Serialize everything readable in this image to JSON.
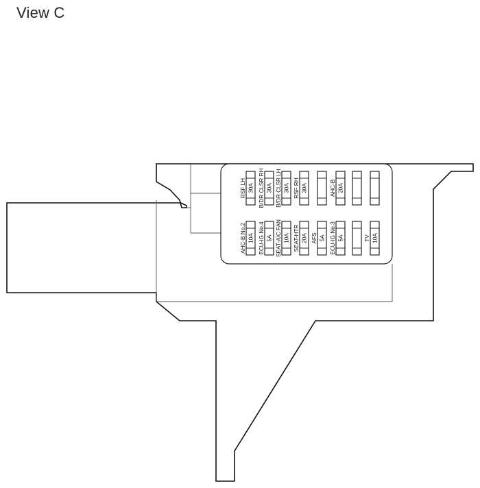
{
  "title": "View C",
  "fuses": [
    {
      "id": "f1",
      "name": "RSF LH",
      "rating": "30A"
    },
    {
      "id": "f2",
      "name": "B/DR CLSR RH",
      "rating": "30A"
    },
    {
      "id": "f3",
      "name": "B/DR CLSR LH",
      "rating": "30A"
    },
    {
      "id": "f4",
      "name": "RSF RH",
      "rating": "30A"
    },
    {
      "id": "f5",
      "name": "",
      "rating": ""
    },
    {
      "id": "f6",
      "name": "AHC-B",
      "rating": "20A"
    },
    {
      "id": "f7",
      "name": "",
      "rating": ""
    },
    {
      "id": "f8",
      "name": "",
      "rating": ""
    },
    {
      "id": "f9",
      "name": "AHC-B No.2",
      "rating": "10A"
    },
    {
      "id": "f10",
      "name": "ECU-IG No.4",
      "rating": "5A"
    },
    {
      "id": "f11",
      "name": "SEAT-A/C FAN",
      "rating": "10A"
    },
    {
      "id": "f12",
      "name": "SEAT-HTR",
      "rating": "20A"
    },
    {
      "id": "f13",
      "name": "AFS",
      "rating": "5A"
    },
    {
      "id": "f14",
      "name": "ECU-IG No.3",
      "rating": "5A"
    },
    {
      "id": "f15",
      "name": "",
      "rating": ""
    },
    {
      "id": "f16",
      "name": "TV",
      "rating": "10A"
    }
  ]
}
